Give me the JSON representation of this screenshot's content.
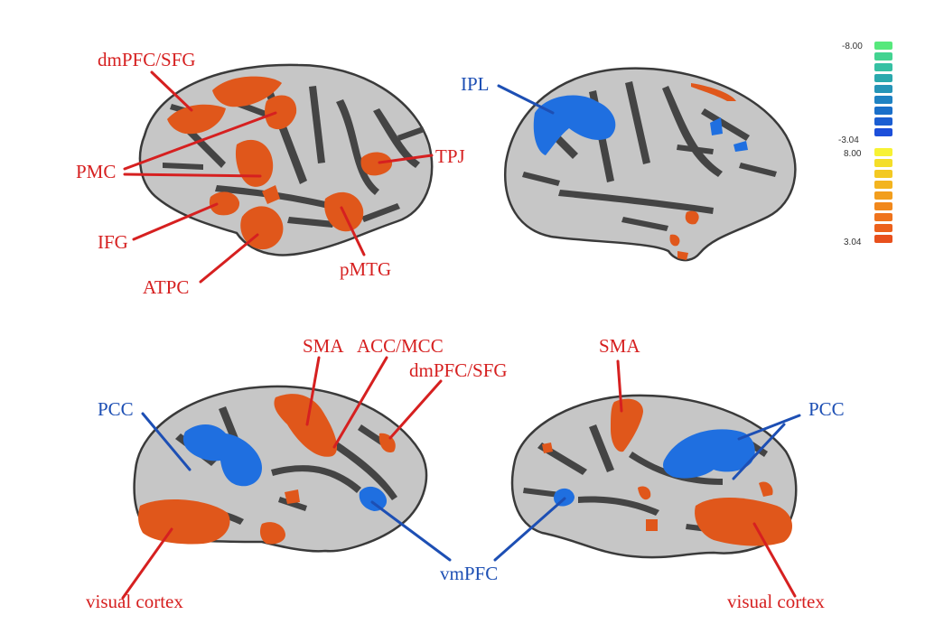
{
  "labels": {
    "dmpfc_sfg_top": "dmPFC/SFG",
    "pmc": "PMC",
    "tpj": "TPJ",
    "ifg": "IFG",
    "atpc": "ATPC",
    "pmtg": "pMTG",
    "ipl": "IPL",
    "sma_left": "SMA",
    "acc_mcc": "ACC/MCC",
    "dmpfc_sfg_bottom": "dmPFC/SFG",
    "pcc_left": "PCC",
    "vmpfc": "vmPFC",
    "visual_cortex_left": "visual cortex",
    "sma_right": "SMA",
    "pcc_right": "PCC",
    "visual_cortex_right": "visual cortex"
  },
  "colorbar": {
    "negative": {
      "min_label": "-8.00",
      "max_label": "-3.04",
      "colors": [
        "#57e87c",
        "#43d391",
        "#36c0a3",
        "#2ba9ad",
        "#2695b7",
        "#1f82c2",
        "#1a6fc9",
        "#1b5ed2",
        "#1c4fda"
      ]
    },
    "positive": {
      "min_label": "8.00",
      "max_label": "3.04",
      "colors": [
        "#f7f234",
        "#f4de28",
        "#f3c923",
        "#f3b41f",
        "#f29e1d",
        "#f1881c",
        "#ef731c",
        "#ec611c",
        "#e8501c"
      ]
    }
  },
  "colors": {
    "positive_activation": "#e0571b",
    "negative_activation": "#1f6fe0",
    "red_label": "#d62020",
    "blue_label": "#1d4fb4"
  }
}
